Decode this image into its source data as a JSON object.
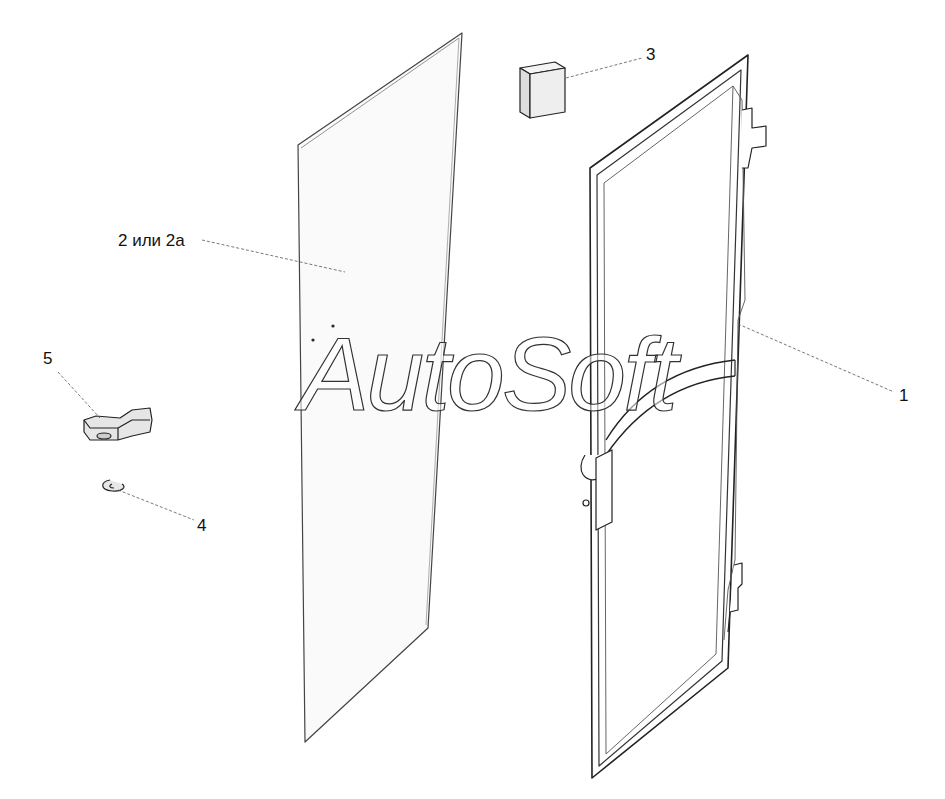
{
  "diagram": {
    "labels": [
      "3",
      "2 или 2а",
      "1",
      "5",
      "4",
      "AutoSoft"
    ]
  }
}
